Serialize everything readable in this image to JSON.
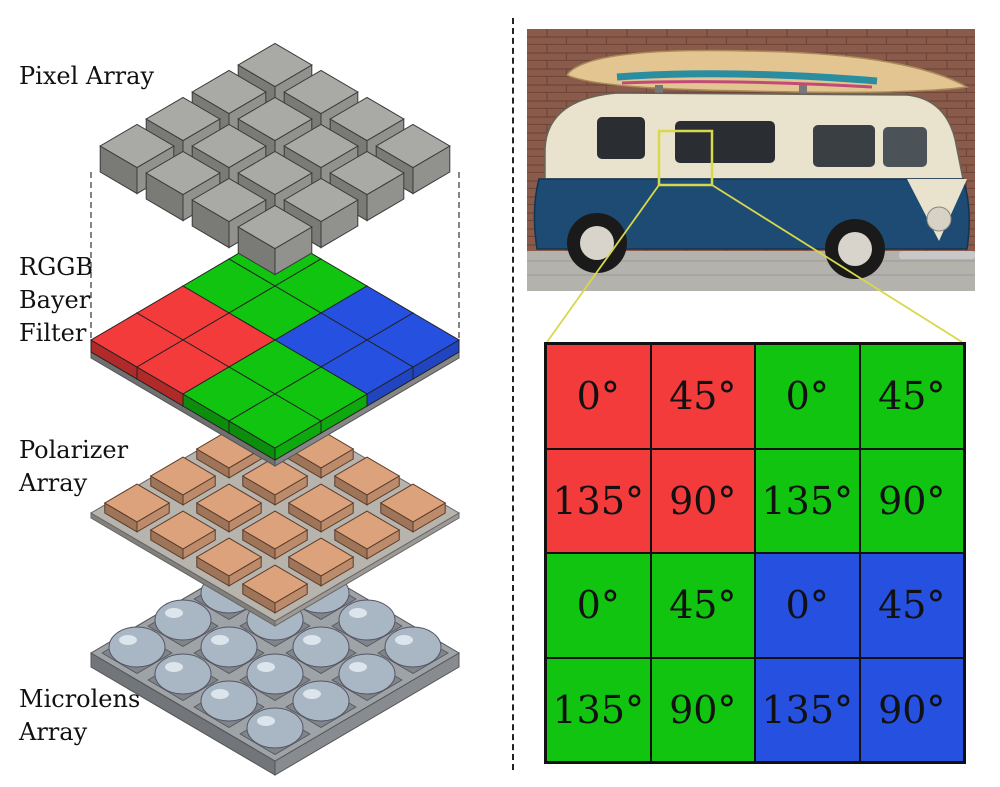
{
  "labels": {
    "pixel_array": "Pixel Array",
    "bayer_filter": "RGGB\nBayer\nFilter",
    "polarizer_array": "Polarizer\nArray",
    "microlens_array": "Microlens\nArray"
  },
  "polarization_grid": {
    "rows": [
      [
        {
          "text": "0°",
          "filter": "red"
        },
        {
          "text": "45°",
          "filter": "red"
        },
        {
          "text": "0°",
          "filter": "green"
        },
        {
          "text": "45°",
          "filter": "green"
        }
      ],
      [
        {
          "text": "135°",
          "filter": "red"
        },
        {
          "text": "90°",
          "filter": "red"
        },
        {
          "text": "135°",
          "filter": "green"
        },
        {
          "text": "90°",
          "filter": "green"
        }
      ],
      [
        {
          "text": "0°",
          "filter": "green"
        },
        {
          "text": "45°",
          "filter": "green"
        },
        {
          "text": "0°",
          "filter": "blue"
        },
        {
          "text": "45°",
          "filter": "blue"
        }
      ],
      [
        {
          "text": "135°",
          "filter": "green"
        },
        {
          "text": "90°",
          "filter": "green"
        },
        {
          "text": "135°",
          "filter": "blue"
        },
        {
          "text": "90°",
          "filter": "blue"
        }
      ]
    ]
  },
  "colors": {
    "red": "#f43b3b",
    "green": "#10c410",
    "blue": "#2650e0",
    "pixel_gray": "#a9a9a5",
    "polarizer_tan": "#dba27c",
    "lens_gray": "#a9b6c4",
    "highlight_yellow": "#d8d84a"
  }
}
